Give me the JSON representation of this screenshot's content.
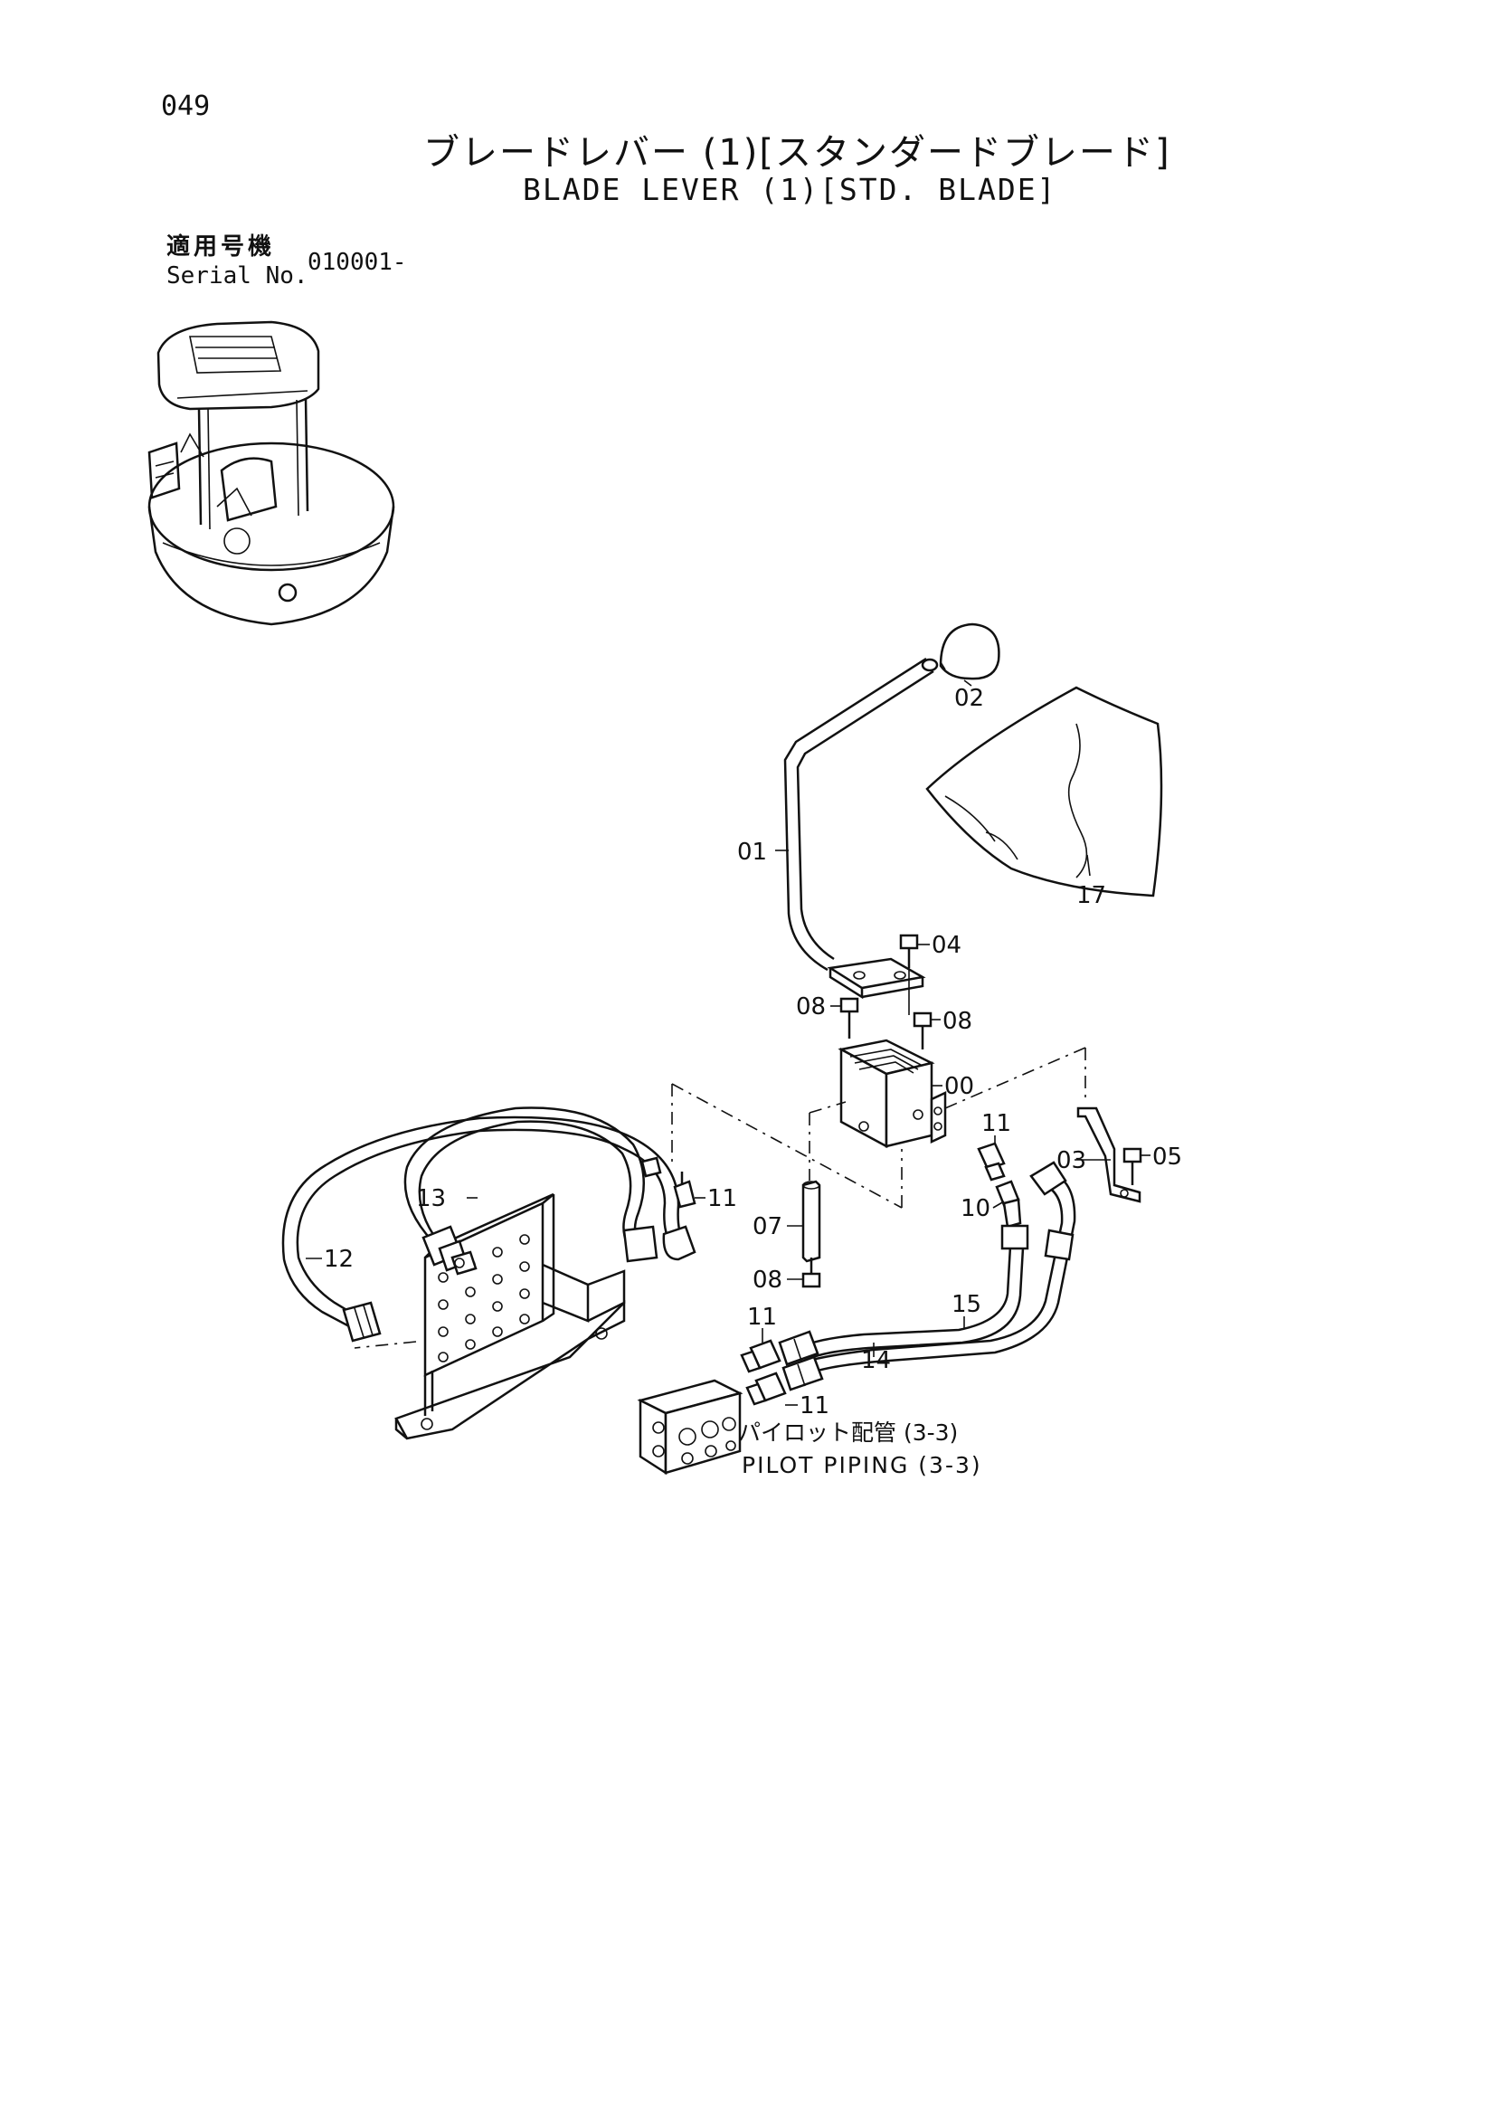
{
  "header": {
    "page_number": "049",
    "title_jp": "ブレードレバー (1)[スタンダードブレード]",
    "title_en": "BLADE LEVER (1)[STD. BLADE]",
    "serial_label_jp": "適用号機",
    "serial_label_en": "Serial No.",
    "serial_value": "010001-"
  },
  "callouts": {
    "c01": "01",
    "c02": "02",
    "c17": "17",
    "c04": "04",
    "c08a": "08",
    "c08b": "08",
    "c00": "00",
    "c11a": "11",
    "c03": "03",
    "c05": "05",
    "c10": "10",
    "c11b": "11",
    "c13": "13",
    "c12": "12",
    "c07": "07",
    "c08c": "08",
    "c15": "15",
    "c11c": "11",
    "c14": "14",
    "c11d": "11"
  },
  "reference": {
    "jp": "パイロット配管 (3-3)",
    "en": "PILOT PIPING (3-3)"
  }
}
